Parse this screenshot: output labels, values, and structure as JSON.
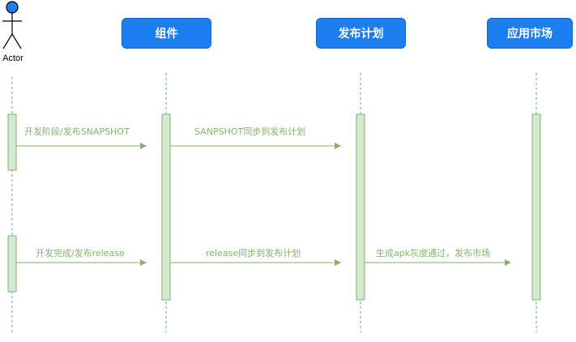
{
  "actor": {
    "label": "Actor"
  },
  "participants": [
    {
      "id": "component",
      "label": "组件"
    },
    {
      "id": "release-plan",
      "label": "发布计划"
    },
    {
      "id": "app-market",
      "label": "应用市场"
    }
  ],
  "messages": [
    {
      "from": "actor",
      "to": "component",
      "label": "开发阶段/发布SNAPSHOT"
    },
    {
      "from": "component",
      "to": "release-plan",
      "label": "SANPSHOT同步到发布计划"
    },
    {
      "from": "actor",
      "to": "component",
      "label": "开发完成/发布release"
    },
    {
      "from": "component",
      "to": "release-plan",
      "label": "release同步到发布计划"
    },
    {
      "from": "release-plan",
      "to": "app-market",
      "label": "生成apk灰度通过，发布市场"
    }
  ],
  "colors": {
    "participant_fill": "#1d7ef0",
    "lifeline": "#5b9bd5",
    "activation_fill": "#d5e8d4",
    "activation_stroke": "#82b366",
    "arrow": "#82b366"
  }
}
